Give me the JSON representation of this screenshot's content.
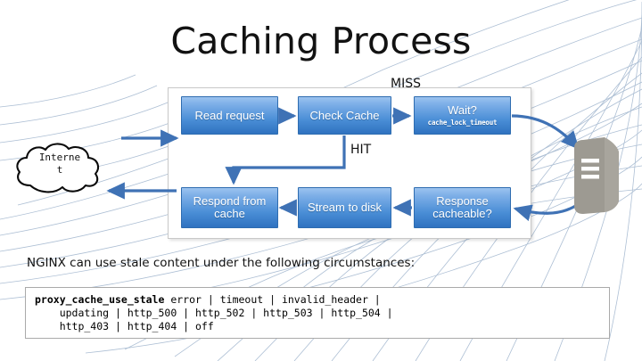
{
  "slide": {
    "title": "Caching Process",
    "background": "white slide with faint blue wireframe mesh"
  },
  "colors": {
    "box_fill_top": "#9cc3ef",
    "box_fill_bottom": "#2f72c0",
    "box_border": "#2e6cb0",
    "box_text": "#ffffff",
    "arrow": "#3f72b5",
    "mesh_line": "#9fb4cd",
    "server_body": "#9d9a92",
    "panel_border": "#c8c8c8",
    "code_border": "#aaaaaa",
    "text": "#111111"
  },
  "diagram": {
    "nodes": [
      {
        "id": "read",
        "label": "Read request",
        "sub": ""
      },
      {
        "id": "check",
        "label": "Check Cache",
        "sub": ""
      },
      {
        "id": "wait",
        "label": "Wait?",
        "sub": "cache_lock_timeout"
      },
      {
        "id": "respond",
        "label": "Respond from cache",
        "sub": ""
      },
      {
        "id": "stream",
        "label": "Stream to disk",
        "sub": ""
      },
      {
        "id": "cacheable",
        "label": "Response cacheable?",
        "sub": ""
      }
    ],
    "edge_labels": {
      "miss": "MISS",
      "hit": "HIT"
    },
    "endpoints": {
      "cloud": "Internet",
      "cloud_line1": "Interne",
      "cloud_line2": "t",
      "server": "origin-server"
    }
  },
  "caption": "NGINX can use stale content under the following circumstances:",
  "code": {
    "directive": "proxy_cache_use_stale",
    "line1_rest": " error | timeout | invalid_header |",
    "line2": "    updating | http_500 | http_502 | http_503 | http_504 |",
    "line3": "    http_403 | http_404 | off"
  }
}
